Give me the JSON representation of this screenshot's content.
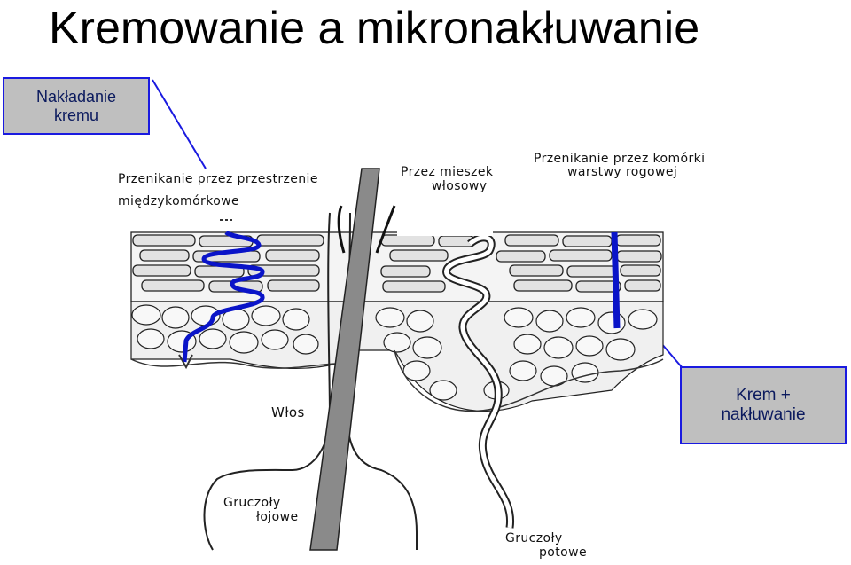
{
  "title": "Kremowanie a mikronakłuwanie",
  "box_top": {
    "line1": "Nakładanie",
    "line2": "kremu"
  },
  "box_bottom": {
    "line1": "Krem +",
    "line2": "nakłuwanie"
  },
  "labels": {
    "intercellular_1": "Przenikanie przez przestrzenie",
    "intercellular_2": "międzykomórkowe",
    "follicle_1": "Przez mieszek",
    "follicle_2": "włosowy",
    "transcellular_1": "Przenikanie przez komórki",
    "transcellular_2": "warstwy rogowej",
    "hair": "Włos",
    "sebaceous_1": "Gruczoły",
    "sebaceous_2": "łojowe",
    "sweat_1": "Gruczoły",
    "sweat_2": "potowe"
  },
  "colors": {
    "box_fill": "#bfbfbf",
    "box_border": "#1a1ae0",
    "path_blue": "#0a14c8",
    "hair_fill": "#8a8a8a"
  }
}
